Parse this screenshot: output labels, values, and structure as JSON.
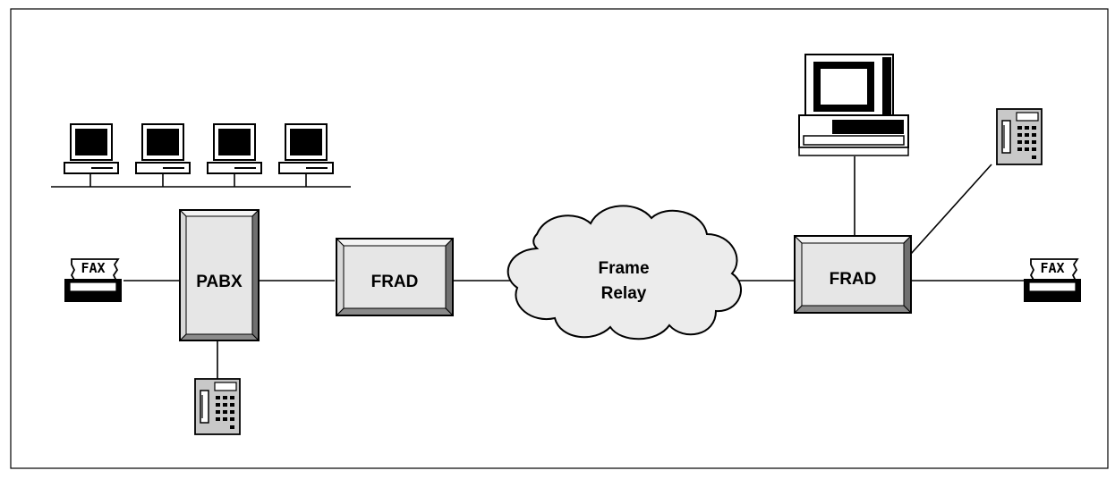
{
  "diagram": {
    "nodes": {
      "pabx": {
        "label": "PABX"
      },
      "frad_left": {
        "label": "FRAD"
      },
      "cloud": {
        "line1": "Frame",
        "line2": "Relay"
      },
      "frad_right": {
        "label": "FRAD"
      },
      "fax_left": {
        "label": "FAX"
      },
      "fax_right": {
        "label": "FAX"
      }
    },
    "icons": {
      "lan_workstation": "desktop-computer-icon",
      "remote_computer": "desktop-computer-icon",
      "telephone": "telephone-icon",
      "fax": "fax-machine-icon",
      "network": "cloud-icon"
    },
    "colors": {
      "border": "#000000",
      "device_face": "#e6e6e6",
      "cloud_fill": "#ececec",
      "phone_body": "#c8c8c8",
      "screen": "#000000"
    }
  }
}
